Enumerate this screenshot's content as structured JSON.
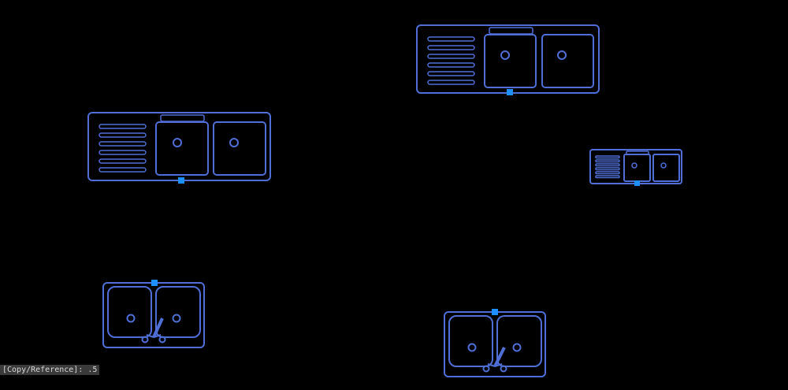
{
  "command_line": {
    "prompt": "[Copy/Reference]: .5"
  },
  "colors": {
    "background": "#000000",
    "linework": "#4f6fd6",
    "grip": "#1e8fff",
    "prompt_background": "#3a3a3a",
    "prompt_text": "#d8d8d8"
  },
  "drawing": {
    "objects": [
      "double-sink-drainboard-large-top",
      "double-sink-drainboard-large-left",
      "double-sink-drainboard-small",
      "double-bowl-sink-faucet-left",
      "double-bowl-sink-faucet-right"
    ]
  }
}
